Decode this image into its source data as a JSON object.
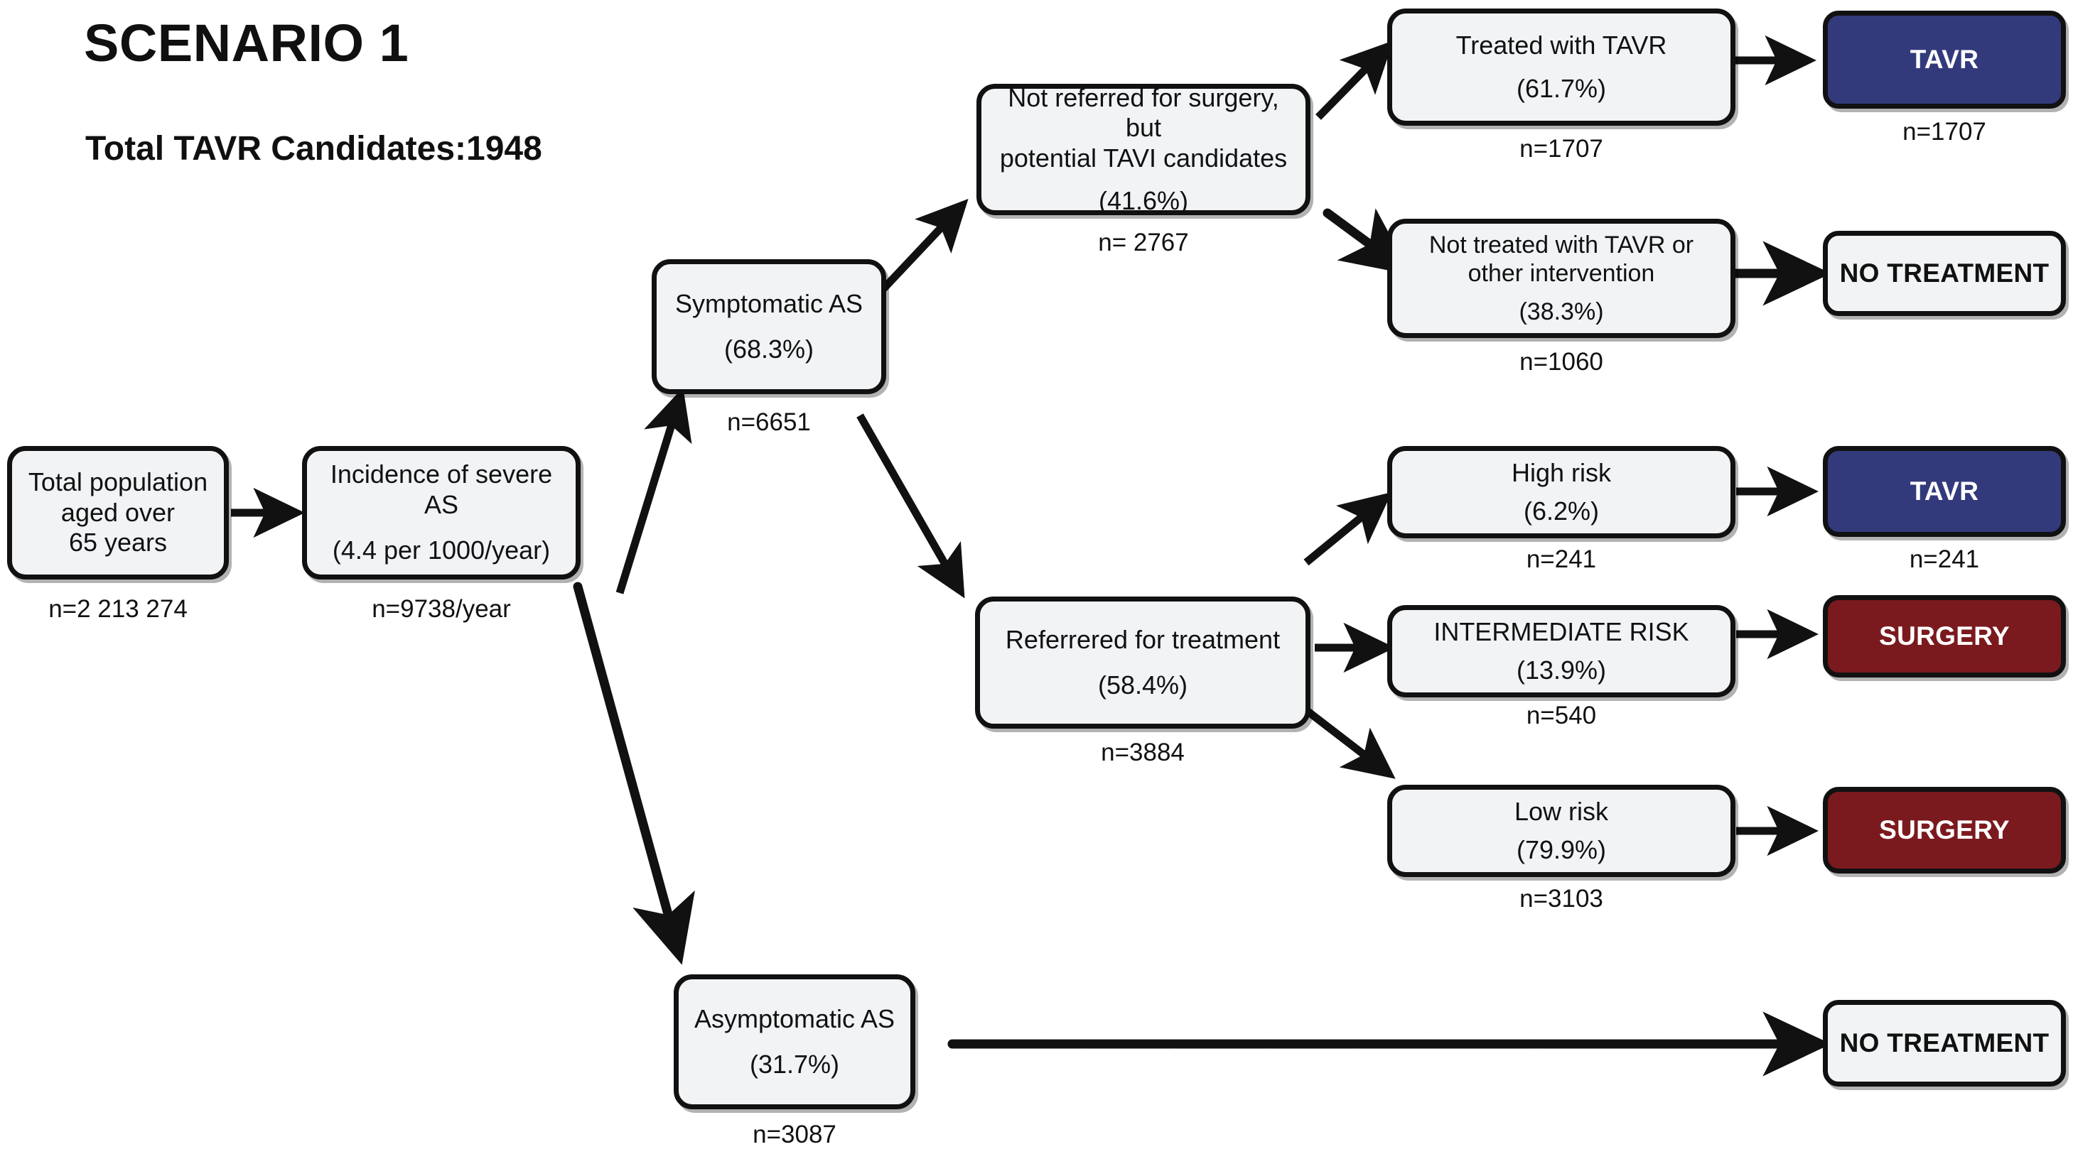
{
  "header": {
    "title": "SCENARIO 1",
    "subtitle": "Total TAVR Candidates:1948"
  },
  "colors": {
    "tavr_navy": "#333a7c",
    "surgery_maroon": "#7b1a1e",
    "box_fill": "#f1f3f5",
    "box_border": "#111111",
    "background": "#ffffff"
  },
  "nodes": {
    "total_population": {
      "label": "Total population\naged over\n65 years",
      "detail": "",
      "n": "n=2 213 274"
    },
    "incidence": {
      "label": "Incidence of severe AS",
      "detail": "(4.4 per 1000/year)",
      "n": "n=9738/year"
    },
    "symptomatic": {
      "label": "Symptomatic AS",
      "detail": "(68.3%)",
      "n": "n=6651"
    },
    "asymptomatic": {
      "label": "Asymptomatic AS",
      "detail": "(31.7%)",
      "n": "n=3087"
    },
    "not_referred": {
      "label": "Not referred for surgery, but\npotential TAVI candidates",
      "detail": "(41.6%)",
      "n": "n= 2767"
    },
    "referred": {
      "label": "Referrered  for treatment",
      "detail": "(58.4%)",
      "n": "n=3884"
    },
    "treated_tavr": {
      "label": "Treated with TAVR",
      "detail": "(61.7%)",
      "n": "n=1707"
    },
    "not_treated": {
      "label": "Not  treated with TAVR or\nother intervention",
      "detail": "(38.3%)",
      "n": "n=1060"
    },
    "high_risk": {
      "label": "High risk",
      "detail": "(6.2%)",
      "n": "n=241"
    },
    "intermediate_risk": {
      "label": "INTERMEDIATE RISK",
      "detail": "(13.9%)",
      "n": "n=540"
    },
    "low_risk": {
      "label": "Low risk",
      "detail": "(79.9%)",
      "n": "n=3103"
    }
  },
  "outcomes": {
    "tavr_top": {
      "label": "TAVR",
      "n": "n=1707"
    },
    "no_treatment_top": {
      "label": "NO TREATMENT",
      "n": ""
    },
    "tavr_high": {
      "label": "TAVR",
      "n": "n=241"
    },
    "surgery_intermediate": {
      "label": "SURGERY",
      "n": ""
    },
    "surgery_low": {
      "label": "SURGERY",
      "n": ""
    },
    "no_treatment_bottom": {
      "label": "NO TREATMENT",
      "n": ""
    }
  },
  "chart_data": {
    "type": "diagram",
    "title": "SCENARIO 1 — Total TAVR Candidates:1948",
    "flow": [
      {
        "from": "Total population aged over 65 years",
        "to": "Incidence of severe AS",
        "style": "solid"
      },
      {
        "from": "Incidence of severe AS",
        "to": "Symptomatic AS",
        "style": "solid"
      },
      {
        "from": "Incidence of severe AS",
        "to": "Asymptomatic AS",
        "style": "dotted"
      },
      {
        "from": "Symptomatic AS",
        "to": "Not referred for surgery, but potential TAVI candidates",
        "style": "solid"
      },
      {
        "from": "Symptomatic AS",
        "to": "Referrered for treatment",
        "style": "solid"
      },
      {
        "from": "Not referred for surgery, but potential TAVI candidates",
        "to": "Treated with TAVR",
        "style": "solid"
      },
      {
        "from": "Not referred for surgery, but potential TAVI candidates",
        "to": "Not treated with TAVR or other intervention",
        "style": "dotted"
      },
      {
        "from": "Treated with TAVR",
        "to": "TAVR",
        "style": "solid"
      },
      {
        "from": "Not treated with TAVR or other intervention",
        "to": "NO TREATMENT",
        "style": "dotted"
      },
      {
        "from": "Referrered for treatment",
        "to": "High risk",
        "style": "solid"
      },
      {
        "from": "Referrered for treatment",
        "to": "INTERMEDIATE RISK",
        "style": "solid"
      },
      {
        "from": "Referrered for treatment",
        "to": "Low risk",
        "style": "solid"
      },
      {
        "from": "High risk",
        "to": "TAVR",
        "style": "solid"
      },
      {
        "from": "INTERMEDIATE RISK",
        "to": "SURGERY",
        "style": "solid"
      },
      {
        "from": "Low risk",
        "to": "SURGERY",
        "style": "solid"
      },
      {
        "from": "Asymptomatic AS",
        "to": "NO TREATMENT",
        "style": "dotted"
      }
    ],
    "counts": {
      "total_population": 2213274,
      "incidence_per_year": 9738,
      "symptomatic": 6651,
      "asymptomatic": 3087,
      "not_referred_tavi_candidates": 2767,
      "referred_for_treatment": 3884,
      "treated_with_tavr": 1707,
      "not_treated": 1060,
      "high_risk": 241,
      "intermediate_risk": 540,
      "low_risk": 3103,
      "total_tavr_candidates": 1948
    },
    "percentages": {
      "symptomatic": 68.3,
      "asymptomatic": 31.7,
      "not_referred_tavi_candidates": 41.6,
      "referred_for_treatment": 58.4,
      "treated_with_tavr": 61.7,
      "not_treated": 38.3,
      "high_risk": 6.2,
      "intermediate_risk": 13.9,
      "low_risk": 79.9
    }
  }
}
